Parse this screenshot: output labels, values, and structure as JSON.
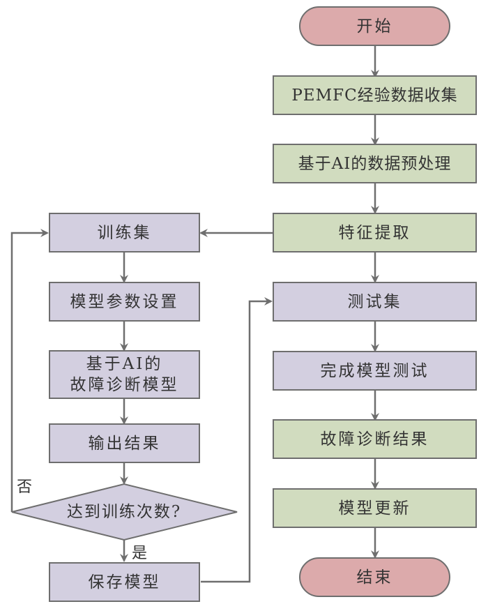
{
  "colors": {
    "terminal": "#dcaaab",
    "process_green": "#d1dcbf",
    "process_purple": "#d3cfe0",
    "stroke": "#6e6e6e",
    "text": "#333333"
  },
  "nodes": {
    "start": {
      "label": "开始",
      "type": "terminal"
    },
    "collect": {
      "label": "PEMFC经验数据收集",
      "type": "process"
    },
    "preprocess": {
      "label": "基于AI的数据预处理",
      "type": "process"
    },
    "feature": {
      "label": "特征提取",
      "type": "process"
    },
    "train_set": {
      "label": "训练集",
      "type": "process"
    },
    "params": {
      "label": "模型参数设置",
      "type": "process"
    },
    "model": {
      "label": "基于AI的\n故障诊断模型",
      "type": "process"
    },
    "output": {
      "label": "输出结果",
      "type": "process"
    },
    "decision": {
      "label": "达到训练次数?",
      "type": "decision"
    },
    "save": {
      "label": "保存模型",
      "type": "process"
    },
    "test_set": {
      "label": "测试集",
      "type": "process"
    },
    "test_done": {
      "label": "完成模型测试",
      "type": "process"
    },
    "result": {
      "label": "故障诊断结果",
      "type": "process"
    },
    "update": {
      "label": "模型更新",
      "type": "process"
    },
    "end": {
      "label": "结束",
      "type": "terminal"
    }
  },
  "edges": [
    {
      "from": "start",
      "to": "collect"
    },
    {
      "from": "collect",
      "to": "preprocess"
    },
    {
      "from": "preprocess",
      "to": "feature"
    },
    {
      "from": "feature",
      "to": "train_set"
    },
    {
      "from": "feature",
      "to": "test_set"
    },
    {
      "from": "train_set",
      "to": "params"
    },
    {
      "from": "params",
      "to": "model"
    },
    {
      "from": "model",
      "to": "output"
    },
    {
      "from": "output",
      "to": "decision"
    },
    {
      "from": "decision",
      "to": "train_set",
      "label": "否"
    },
    {
      "from": "decision",
      "to": "save",
      "label": "是"
    },
    {
      "from": "save",
      "to": "test_set"
    },
    {
      "from": "test_set",
      "to": "test_done"
    },
    {
      "from": "test_done",
      "to": "result"
    },
    {
      "from": "result",
      "to": "update"
    },
    {
      "from": "update",
      "to": "end"
    }
  ],
  "branch_labels": {
    "no": "否",
    "yes": "是"
  }
}
